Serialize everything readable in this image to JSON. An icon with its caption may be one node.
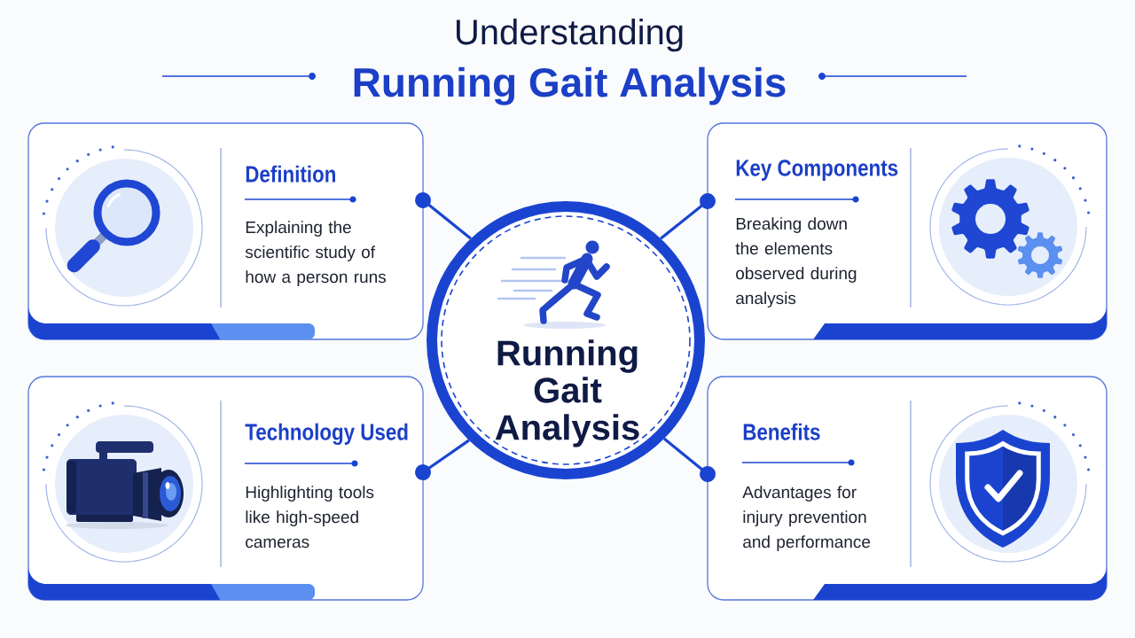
{
  "diagram": {
    "title": "Running Gait Analysis",
    "nodes": [
      {
        "text": [
          "Definition",
          "Explaining the scientific study of how a person runs"
        ]
      },
      {
        "text": [
          "Key Components",
          "Breaking down the elements observed during analysis"
        ]
      },
      {
        "text": [
          "Running Gait Analysis"
        ]
      },
      {
        "text": [
          "Technology Used",
          "Highlighting tools like high-speed cameras"
        ]
      },
      {
        "text": [
          "Benefits",
          "Advantages for injury prevention and performance"
        ]
      }
    ],
    "edges": [
      {
        "from": 2,
        "to": 0,
        "arrow": "other"
      },
      {
        "from": 2,
        "to": 1,
        "arrow": "other"
      },
      {
        "from": 2,
        "to": 3,
        "arrow": "other"
      },
      {
        "from": 2,
        "to": 4,
        "arrow": "other"
      }
    ],
    "labels": [
      "Understanding"
    ]
  }
}
